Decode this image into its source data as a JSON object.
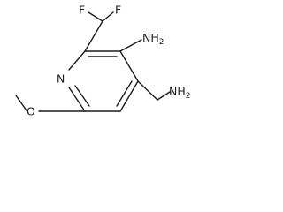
{
  "molecule": {
    "atoms": {
      "f_left": "F",
      "f_right": "F",
      "nh2_ring": "NH",
      "nh2_ring_sub": "2",
      "ring_n": "N",
      "nh2_chain": "NH",
      "nh2_chain_sub": "2",
      "methoxy_o": "O"
    }
  }
}
